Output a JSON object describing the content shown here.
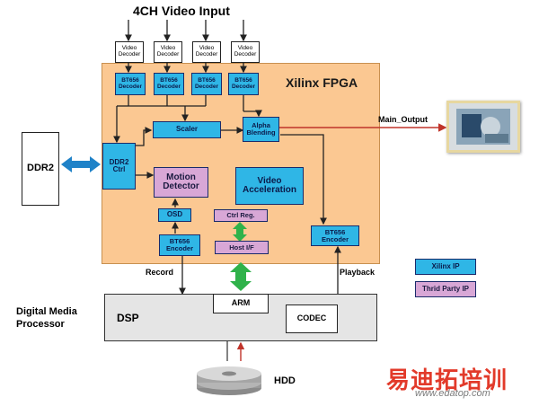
{
  "title": "4CH Video Input",
  "fpga_label": "Xilinx FPGA",
  "video_decoders": [
    "Video\nDecoder",
    "Video\nDecoder",
    "Video\nDecoder",
    "Video\nDecoder"
  ],
  "bt656_decoders": [
    "BT656\nDecoder",
    "BT656\nDecoder",
    "BT656\nDecoder",
    "BT656\nDecoder"
  ],
  "blocks": {
    "scaler": "Scaler",
    "alpha": "Alpha\nBlending",
    "ddr2_ctrl": "DDR2\nCtrl",
    "motion": "Motion\nDetector",
    "video_accel": "Video\nAcceleration",
    "osd": "OSD",
    "ctrl_reg": "Ctrl Reg.",
    "bt656_encoder_left": "BT656\nEncoder",
    "host_if": "Host I/F",
    "bt656_encoder_right": "BT656\nEncoder"
  },
  "ddr2": "DDR2",
  "main_output": "Main_Output",
  "record": "Record",
  "playback": "Playback",
  "dmp_label": "Digital Media\nProcessor",
  "dsp": "DSP",
  "arm": "ARM",
  "codec": "CODEC",
  "hdd": "HDD",
  "legend": {
    "xilinx_ip": "Xilinx IP",
    "third_party_ip": "Thrid Party IP"
  },
  "watermark": {
    "cn": "易迪拓培训",
    "url": "www.edatop.com"
  },
  "colors": {
    "fpga_bg": "#fbc892",
    "xilinx_ip": "#2fb6e6",
    "third_party": "#d8a7d6",
    "dsp_bg": "#e5e5e5",
    "arrow_green": "#2fb24a",
    "arrow_blue": "#1f82c8",
    "output_red": "#c0342a",
    "watermark": "#e23a2a"
  }
}
